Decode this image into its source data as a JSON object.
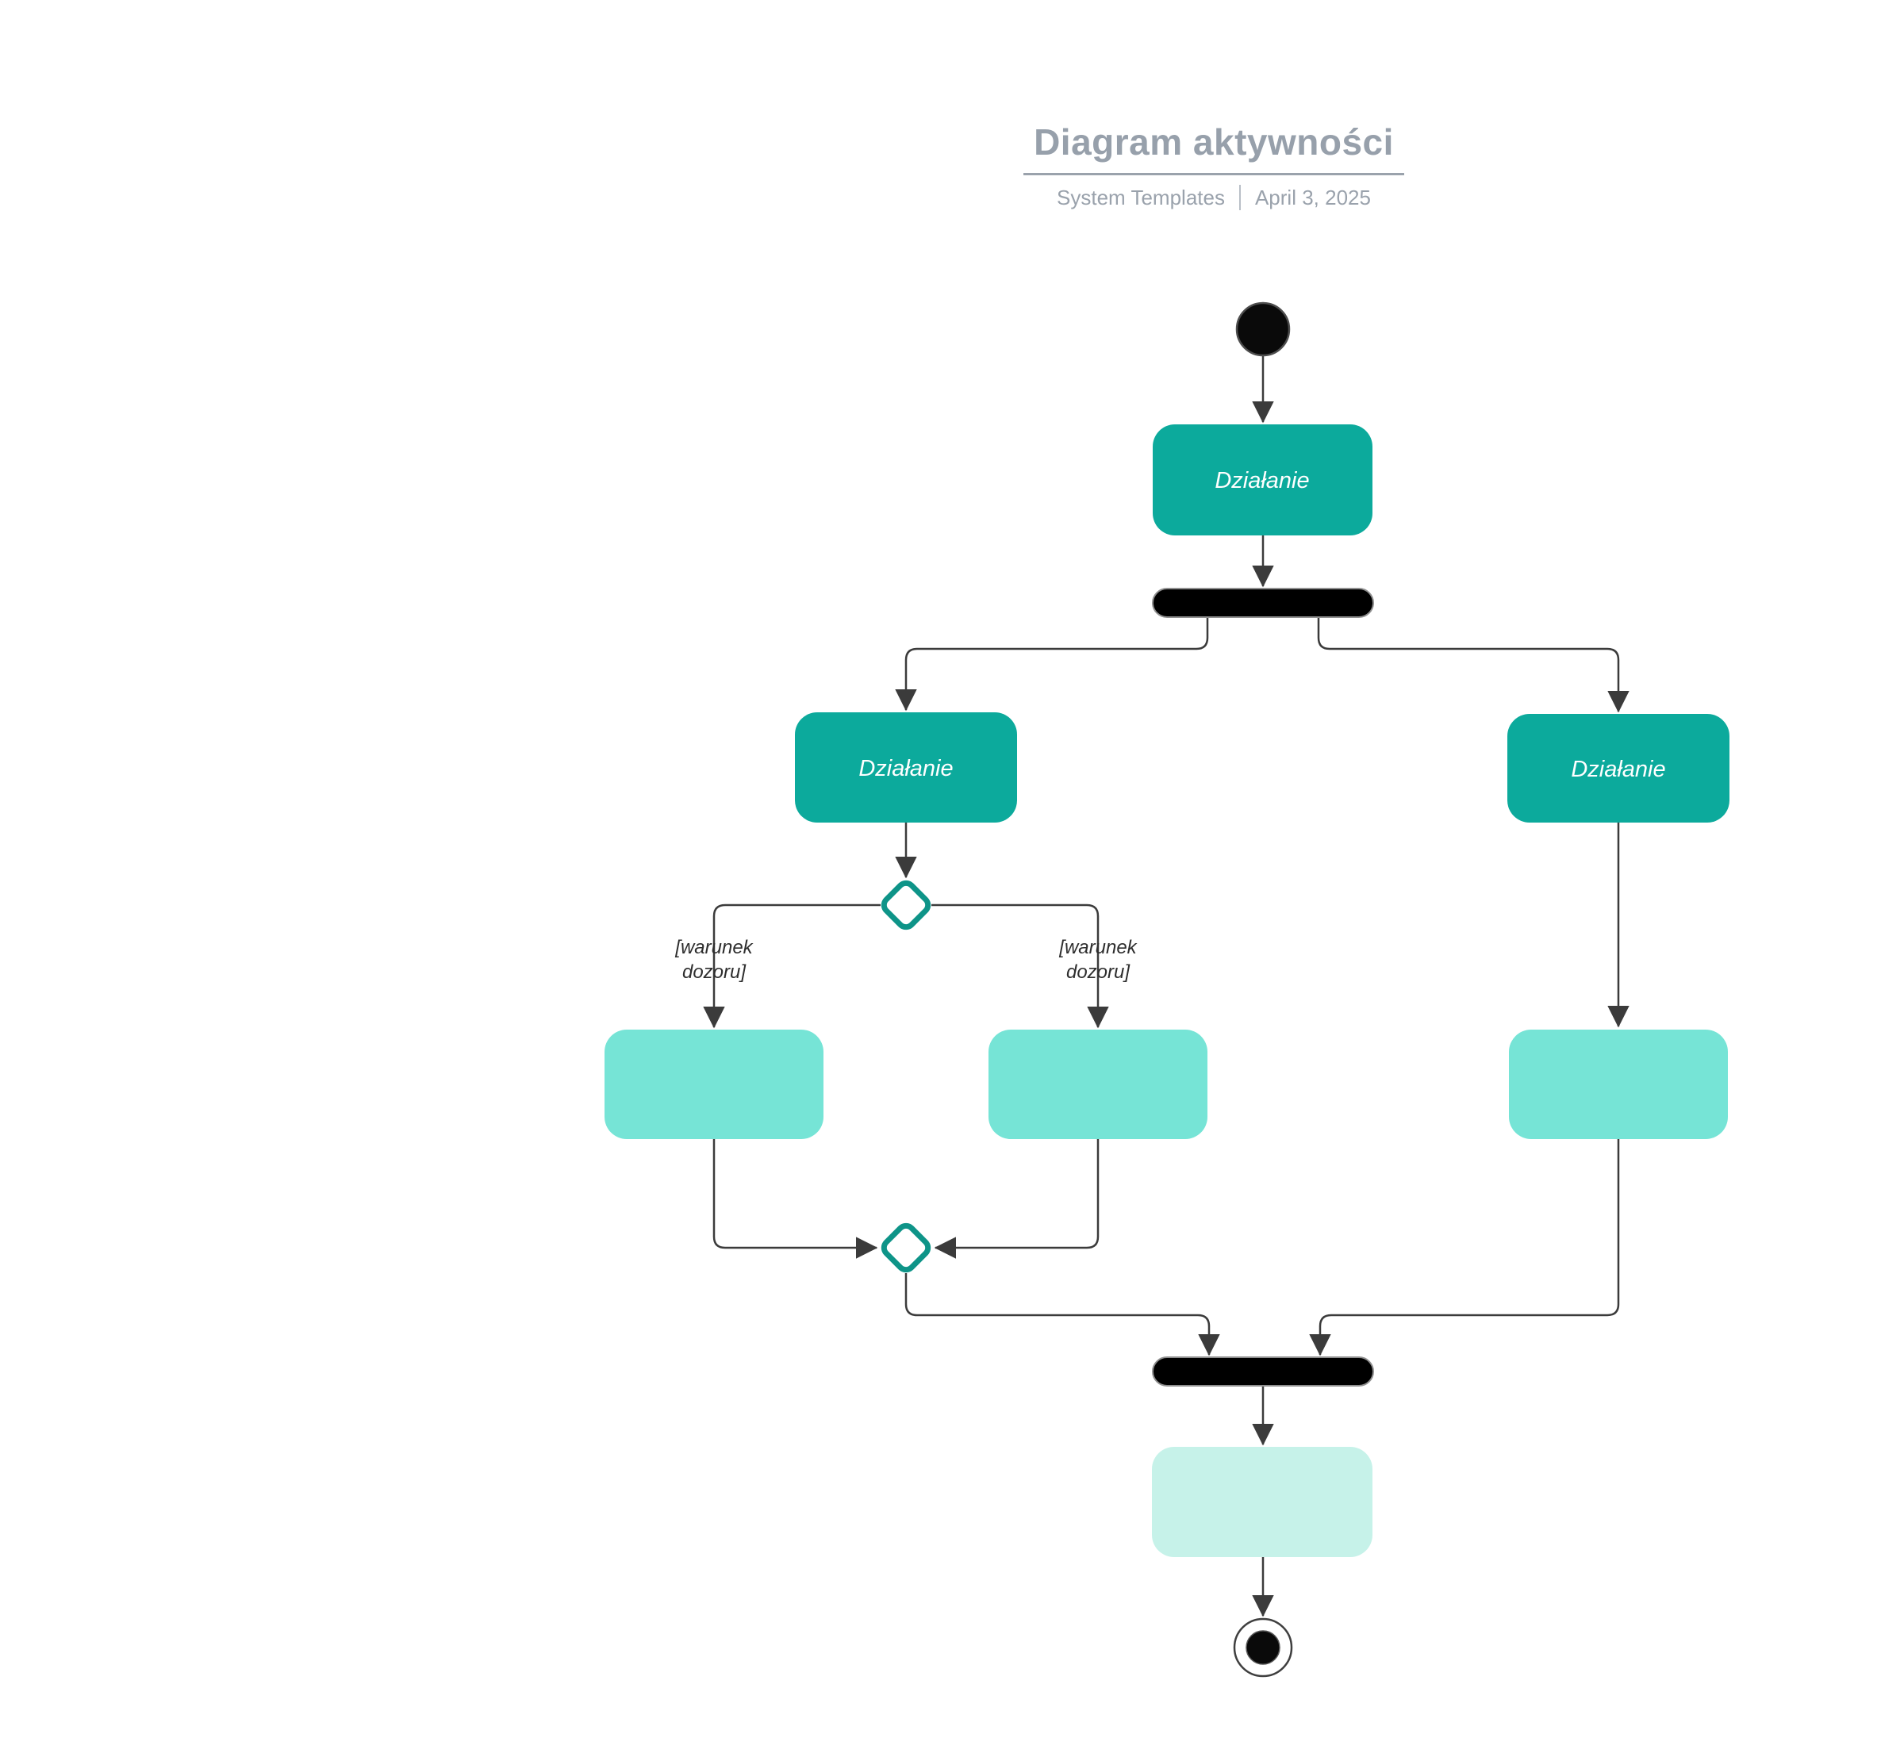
{
  "header": {
    "title": "Diagram aktywności",
    "subtitle_left": "System Templates",
    "subtitle_right": "April 3, 2025"
  },
  "nodes": {
    "action_top": {
      "label": "Działanie"
    },
    "action_left": {
      "label": "Działanie"
    },
    "action_right": {
      "label": "Działanie"
    }
  },
  "guards": {
    "left": {
      "line1": "[warunek",
      "line2": "dozoru]"
    },
    "right": {
      "line1": "[warunek",
      "line2": "dozoru]"
    }
  },
  "colors": {
    "action_fill": "#0caa9c",
    "task_fill": "#76e4d6",
    "task_bottom_fill": "#c6f2e9",
    "decision_stroke": "#0e9488",
    "bar_fill": "#000000",
    "edge": "#3b3b3b",
    "header_text": "#9aa2ac"
  }
}
